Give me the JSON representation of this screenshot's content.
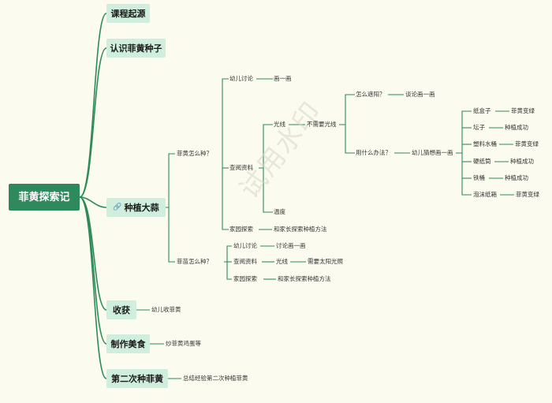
{
  "root": "菲黄探索记",
  "branches": {
    "b1": "课程起源",
    "b2": "认识菲黄种子",
    "b3": "种植大蒜",
    "b4": "收获",
    "b5": "制作美食",
    "b6": "第二次种菲黄"
  },
  "icons": {
    "b3_icon": "paperclip-icon"
  },
  "b3": {
    "q1": "菲黄怎么种？",
    "q1_c1": "幼儿讨论",
    "q1_c1_1": "画一画",
    "q1_c2": "查阅资料",
    "q1_c2_light": "光线",
    "q1_c2_light_1": "不需要光线",
    "q1_c2_light_q1": "怎么遮阳？",
    "q1_c2_light_q1_1": "谈论画一画",
    "q1_c2_light_q2": "用什么办法？",
    "q1_c2_light_q2_1": "幼儿猜想画一画",
    "containers": [
      {
        "item": "纸盒子",
        "result": "菲黄变绿"
      },
      {
        "item": "坛子",
        "result": "种植成功"
      },
      {
        "item": "塑料水桶",
        "result": "菲黄变绿"
      },
      {
        "item": "硬纸筒",
        "result": "种植成功"
      },
      {
        "item": "铁桶",
        "result": "种植成功"
      },
      {
        "item": "泡沫纸箱",
        "result": "菲黄变绿"
      }
    ],
    "q1_c2_temp": "温度",
    "q1_c3": "家园探索",
    "q1_c3_1": "和家长探索种植方法",
    "q2": "菲苗怎么种？",
    "q2_c1": "幼儿讨论",
    "q2_c1_1": "讨论画一画",
    "q2_c2": "查阅资料",
    "q2_c2_light": "光线",
    "q2_c2_light_1": "需要太阳光照",
    "q2_c3": "家园探索",
    "q2_c3_1": "和家长探索种植方法"
  },
  "b4_child": "幼儿收菲黄",
  "b5_child": "炒菲黄鸡蛋等",
  "b6_child": "总结经验第二次种植菲黄",
  "watermark": "试用水印"
}
